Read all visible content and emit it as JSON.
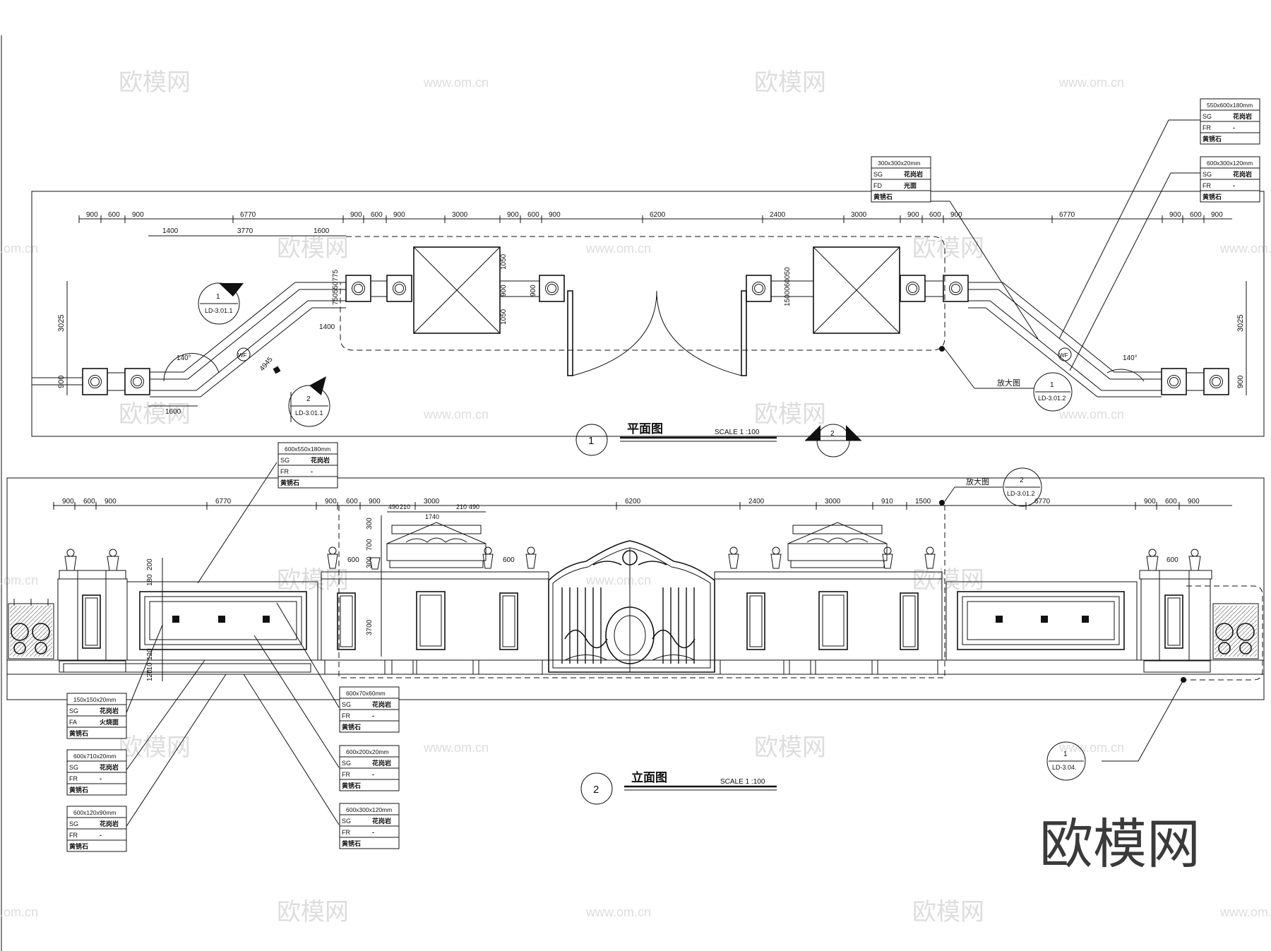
{
  "watermarks": {
    "brand": "欧模网",
    "site": "www.om.cn",
    "edge": ".om.cn"
  },
  "plan": {
    "title": "平面图",
    "scale": "SCALE 1 :100",
    "number": "1",
    "dims_top": [
      "900",
      "600",
      "900",
      "6770",
      "900",
      "600",
      "900",
      "3000",
      "900",
      "600",
      "900",
      "6200",
      "2400",
      "3000",
      "900",
      "600",
      "900",
      "6770",
      "900",
      "600",
      "900"
    ],
    "dims_second": [
      "1400",
      "3770",
      "1600"
    ],
    "dim_3025": "3025",
    "dim_900": "900",
    "dim_1600": "1600",
    "dim_1400": "1400",
    "dim_1050": "1050",
    "dim_4945": "4945",
    "dim_vert_left": "750550775",
    "dim_vert_right": "1500060050",
    "angle": "140°",
    "wf": "WF",
    "callout1": {
      "num": "1",
      "ref": "LD-3.01.1"
    },
    "callout2": {
      "num": "2",
      "ref": "LD-3.01.1"
    },
    "enlarge": {
      "label": "放大图",
      "num": "1",
      "ref": "LD-3.01.2"
    },
    "section_mark": "2"
  },
  "elevation": {
    "title": "立面图",
    "scale": "SCALE 1 :100",
    "number": "2",
    "dims_top": [
      "900",
      "600",
      "900",
      "6770",
      "900",
      "600",
      "900",
      "3000",
      "6200",
      "2400",
      "3000",
      "910",
      "1500",
      "6770",
      "900",
      "600",
      "900"
    ],
    "dims_sub": [
      "490",
      "210",
      "1740",
      "210",
      "490"
    ],
    "dims_small": [
      "600",
      "600",
      "600"
    ],
    "dims_vert": [
      "200",
      "180",
      "3700",
      "300",
      "700",
      "300",
      "120",
      "710",
      "120"
    ],
    "enlarge": {
      "label": "放大图",
      "num": "2",
      "ref": "LD-3.01.2"
    },
    "detail_ref": {
      "num": "1",
      "ref": "LD-3.04."
    }
  },
  "tags": [
    {
      "id": "t1",
      "size": "550x600x180mm",
      "rows": [
        [
          "SG",
          "花岗岩"
        ],
        [
          "FR",
          "-"
        ],
        [
          "黄锈石",
          ""
        ]
      ]
    },
    {
      "id": "t2",
      "size": "600x300x120mm",
      "rows": [
        [
          "SG",
          "花岗岩"
        ],
        [
          "FR",
          "-"
        ],
        [
          "黄锈石",
          ""
        ]
      ]
    },
    {
      "id": "t3",
      "size": "300x300x20mm",
      "rows": [
        [
          "SG",
          "花岗岩"
        ],
        [
          "FD",
          "光面"
        ],
        [
          "黄锈石",
          ""
        ]
      ]
    },
    {
      "id": "t4",
      "size": "600x550x180mm",
      "rows": [
        [
          "SG",
          "花岗岩"
        ],
        [
          "FR",
          "-"
        ],
        [
          "黄锈石",
          ""
        ]
      ]
    },
    {
      "id": "t5",
      "size": "150x150x20mm",
      "rows": [
        [
          "SG",
          "花岗岩"
        ],
        [
          "FA",
          "火烧面"
        ],
        [
          "黄锈石",
          ""
        ]
      ]
    },
    {
      "id": "t6",
      "size": "600x710x20mm",
      "rows": [
        [
          "SG",
          "花岗岩"
        ],
        [
          "FR",
          "-"
        ],
        [
          "黄锈石",
          ""
        ]
      ]
    },
    {
      "id": "t7",
      "size": "600x120x90mm",
      "rows": [
        [
          "SG",
          "花岗岩"
        ],
        [
          "FR",
          "-"
        ],
        [
          "黄锈石",
          ""
        ]
      ]
    },
    {
      "id": "t8",
      "size": "600x70x60mm",
      "rows": [
        [
          "SG",
          "花岗岩"
        ],
        [
          "FR",
          "-"
        ],
        [
          "黄锈石",
          ""
        ]
      ]
    },
    {
      "id": "t9",
      "size": "600x200x20mm",
      "rows": [
        [
          "SG",
          "花岗岩"
        ],
        [
          "FR",
          "-"
        ],
        [
          "黄锈石",
          ""
        ]
      ]
    },
    {
      "id": "t10",
      "size": "600x300x120mm",
      "rows": [
        [
          "SG",
          "花岗岩"
        ],
        [
          "FR",
          "-"
        ],
        [
          "黄锈石",
          ""
        ]
      ]
    }
  ]
}
